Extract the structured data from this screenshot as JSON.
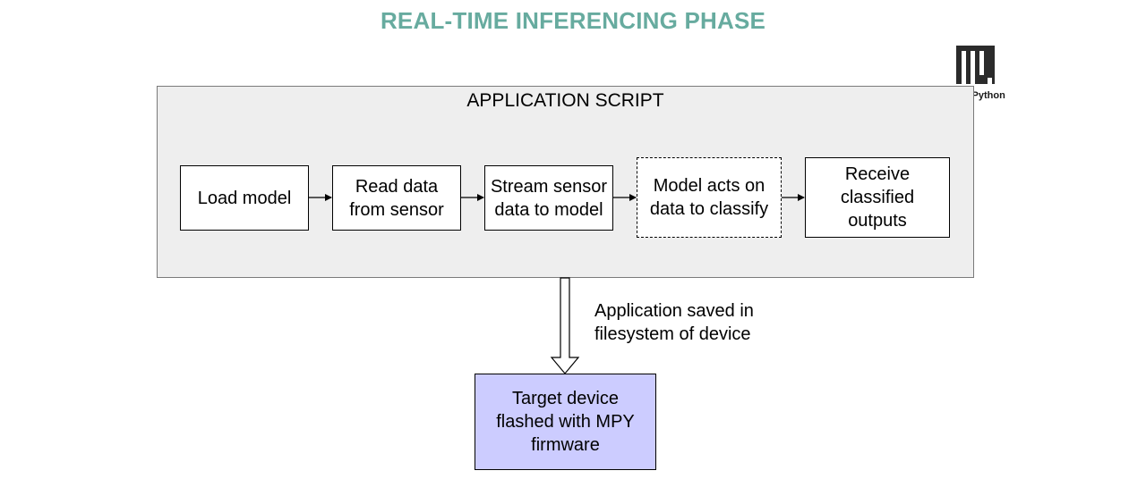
{
  "title": "REAL-TIME INFERENCING PHASE",
  "container": {
    "label": "APPLICATION SCRIPT"
  },
  "steps": [
    {
      "label": "Load model",
      "style": "solid"
    },
    {
      "label": "Read data\nfrom sensor",
      "style": "solid"
    },
    {
      "label": "Stream sensor\ndata to model",
      "style": "solid"
    },
    {
      "label": "Model acts on\ndata to classify",
      "style": "dashed"
    },
    {
      "label": "Receive\nclassified\noutputs",
      "style": "solid"
    }
  ],
  "connection": {
    "label": "Application saved in\nfilesystem of device"
  },
  "target": {
    "label": "Target device\nflashed with MPY\nfirmware"
  },
  "logo": {
    "name": "MicroPython",
    "icon": "micropython-logo-icon"
  },
  "colors": {
    "title": "#67ab9f",
    "container_fill": "#eeeeee",
    "target_fill": "#ccccff"
  }
}
